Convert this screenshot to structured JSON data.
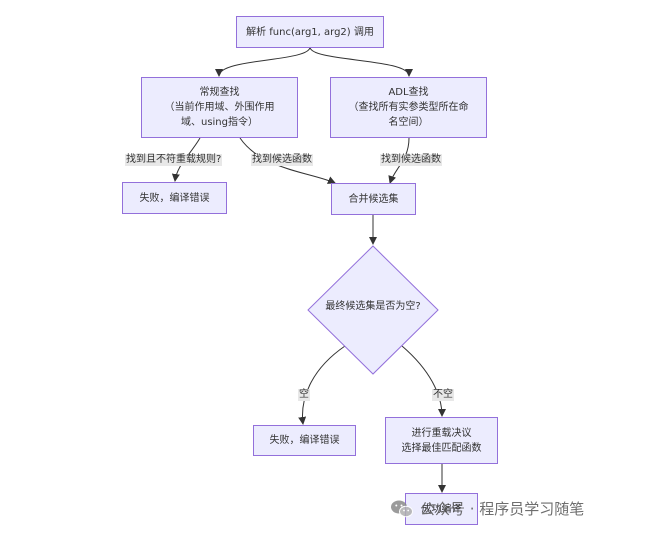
{
  "nodes": {
    "parse": "解析 func(arg1, arg2) 调用",
    "normal_lookup": "常规查找\n（当前作用域、外围作用\n域、using指令）",
    "adl_lookup": "ADL查找\n（查找所有实参类型所在命\n名空间）",
    "fail_left": "失败，编译错误",
    "merge": "合并候选集",
    "decision": "最终候选集是否为空?",
    "fail_bottom": "失败，编译错误",
    "overload": "进行重载决议\n选择最佳匹配函数",
    "success": "成功编译"
  },
  "edge_labels": {
    "not_found": "找到且不符重载规则?",
    "found_left": "找到候选函数",
    "found_right": "找到候选函数",
    "empty": "空",
    "not_empty": "不空"
  },
  "watermark": {
    "icon": "wechat-icon",
    "text": "公众号 · 程序员学习随笔"
  },
  "colors": {
    "node_fill": "#ececfe",
    "node_border": "#9370db",
    "edge": "#333333",
    "label_bg": "#e8e8e8"
  }
}
